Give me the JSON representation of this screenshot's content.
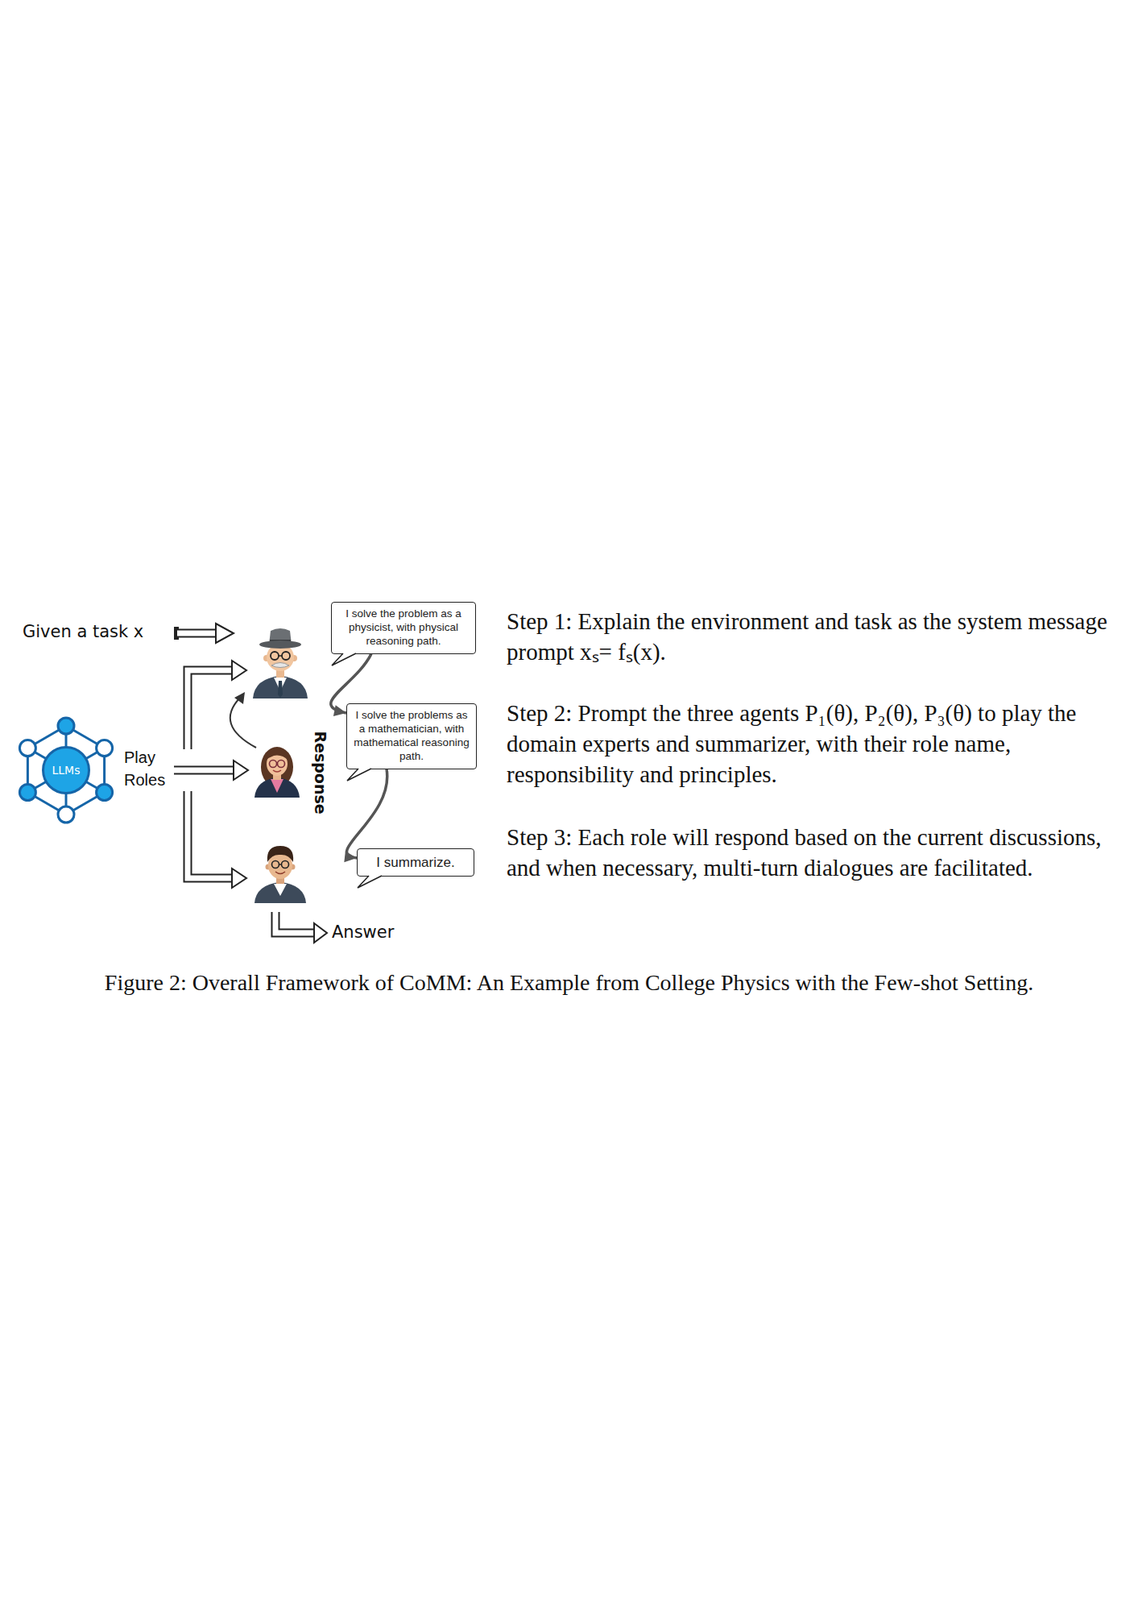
{
  "diagram": {
    "caption": "Figure 2: Overall Framework of CoMM: An Example from College Physics with the Few-shot Setting.",
    "nodes": [
      {
        "text": [
          "LLMs"
        ]
      },
      {
        "text": [
          "I solve the problem as a physicist, with physical reasoning path."
        ]
      },
      {
        "text": [
          "I solve the problems as a mathematician, with mathematical reasoning path."
        ]
      },
      {
        "text": [
          "I summarize."
        ]
      }
    ],
    "edges": [
      {
        "from": 1,
        "to": 2,
        "arrow": "to"
      },
      {
        "from": 2,
        "to": 3,
        "arrow": "to"
      }
    ],
    "labels": [
      "Given a task x",
      "Play Roles",
      "Response",
      "Answer",
      "Step 1: Explain the environment and task as the system message prompt xₛ= fₛ(x).",
      "Step 2: Prompt the three agents P₁(θ), P₂(θ), P₃(θ) to play the domain experts and summarizer, with their role name, responsibility and principles.",
      "Step 3: Each role will respond based on the current discussions, and when necessary, multi-turn dialogues are facilitated."
    ]
  }
}
